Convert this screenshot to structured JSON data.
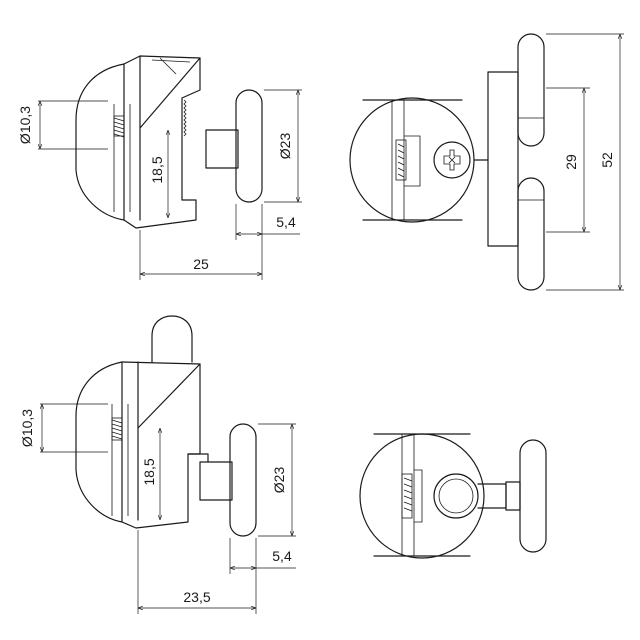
{
  "dimensions": {
    "top_left": {
      "diameter_clamp": "Ø10,3",
      "height_clamp": "18,5",
      "diameter_wheel": "Ø23",
      "wheel_width": "5,4",
      "total_depth": "25"
    },
    "top_right": {
      "wheel_spacing": "29",
      "total_height": "52"
    },
    "bottom_left": {
      "diameter_clamp": "Ø10,3",
      "height_clamp": "18,5",
      "diameter_wheel": "Ø23",
      "wheel_width": "5,4",
      "total_depth": "23,5"
    }
  }
}
